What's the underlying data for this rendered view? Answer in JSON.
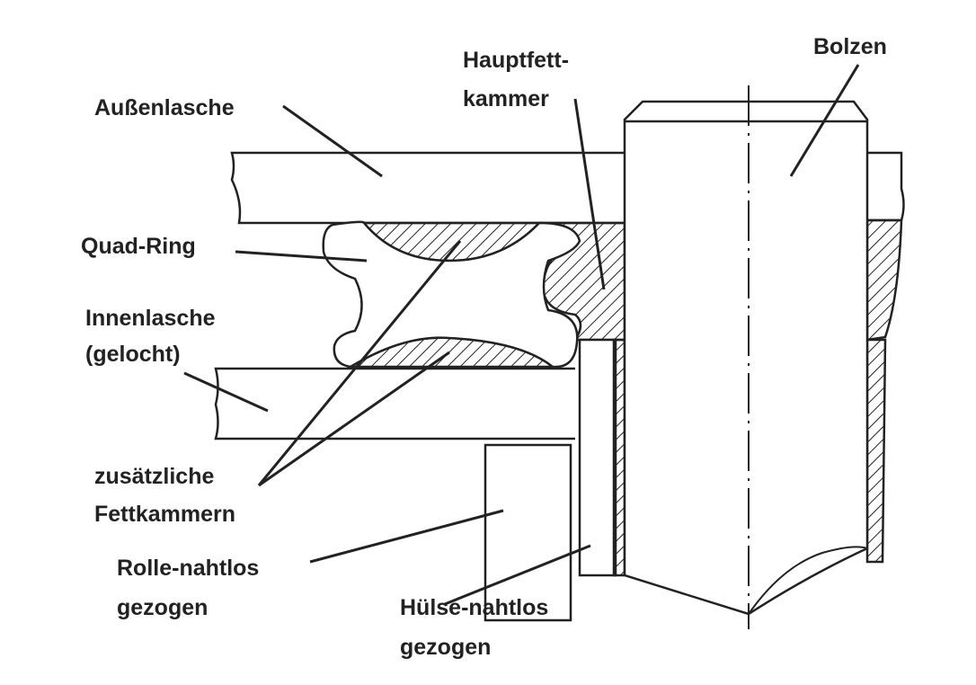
{
  "labels": {
    "aussenlasche": "Außenlasche",
    "quad_ring": "Quad-Ring",
    "innenlasche_1": "Innenlasche",
    "innenlasche_2": "(gelocht)",
    "hauptfett_1": "Hauptfett-",
    "hauptfett_2": "kammer",
    "bolzen": "Bolzen",
    "zusaetzliche_1": "zusätzliche",
    "zusaetzliche_2": "Fettkammern",
    "rolle_1": "Rolle-nahtlos",
    "rolle_2": "gezogen",
    "huelse_1": "Hülse-nahtlos",
    "huelse_2": "gezogen"
  },
  "colors": {
    "ink": "#222222",
    "background": "#ffffff"
  }
}
